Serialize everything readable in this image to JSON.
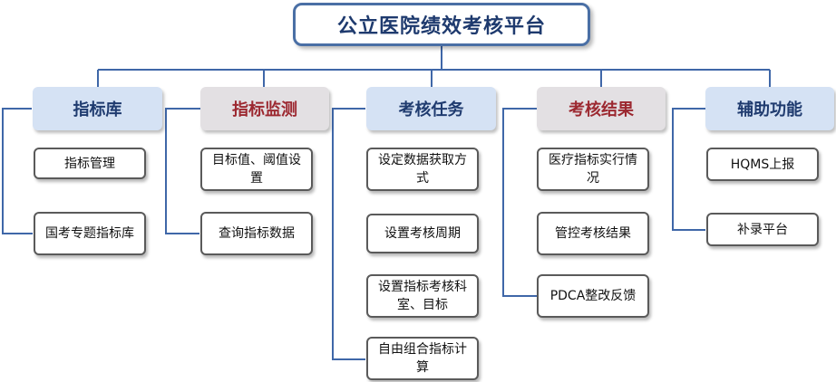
{
  "title": "公立医院绩效考核平台",
  "colors": {
    "connector": "#3f67a8",
    "blue_category": "#d5e2f4",
    "red_category": "#e3e0e3",
    "red_text": "#9c2830",
    "blue_text": "#1f3b6f"
  },
  "categories": [
    {
      "label": "指标库",
      "items": [
        "指标管理",
        "国考专题指标库"
      ]
    },
    {
      "label": "指标监测",
      "items": [
        "目标值、阈值设置",
        "查询指标数据"
      ]
    },
    {
      "label": "考核任务",
      "items": [
        "设定数据获取方式",
        "设置考核周期",
        "设置指标考核科室、目标",
        "自由组合指标计算"
      ]
    },
    {
      "label": "考核结果",
      "items": [
        "医疗指标实行情况",
        "管控考核结果",
        "PDCA整改反馈"
      ]
    },
    {
      "label": "辅助功能",
      "items": [
        "HQMS上报",
        "补录平台"
      ]
    }
  ]
}
